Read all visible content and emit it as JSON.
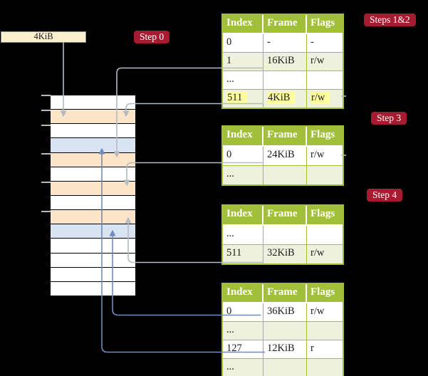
{
  "colors": {
    "background": "#000000",
    "table_header_green": "#a2bf3a",
    "row_alt_green": "#eef1dc",
    "highlight_yellow": "#feff9c",
    "frame_peach": "#fce4c8",
    "frame_blue": "#d9e4f2",
    "box_cream": "#fbf0ce",
    "label_crimson": "#a51c30",
    "arrow_gray": "#b4bbc3",
    "arrow_blue": "#6e8cbf"
  },
  "frame_box": {
    "label": "4KiB"
  },
  "labels": {
    "step0": "Step 0",
    "steps12": "Steps 1&2",
    "step3": "Step 3",
    "step4": "Step 4"
  },
  "table_headers": [
    "Index",
    "Frame",
    "Flags"
  ],
  "page_tables": [
    {
      "name": "page-table-steps-1-2",
      "rows": [
        {
          "cells": [
            "0",
            "-",
            "-"
          ],
          "shaded": false,
          "highlighted": false
        },
        {
          "cells": [
            "1",
            "16KiB",
            "r/w"
          ],
          "shaded": true,
          "highlighted": false
        },
        {
          "cells": [
            "...",
            "",
            ""
          ],
          "shaded": false,
          "highlighted": false
        },
        {
          "cells": [
            "511",
            "4KiB",
            "r/w"
          ],
          "shaded": true,
          "highlighted": true
        }
      ]
    },
    {
      "name": "page-table-step-3",
      "rows": [
        {
          "cells": [
            "0",
            "24KiB",
            "r/w"
          ],
          "shaded": false,
          "highlighted": false
        },
        {
          "cells": [
            "...",
            "",
            ""
          ],
          "shaded": true,
          "highlighted": false
        }
      ]
    },
    {
      "name": "page-table-step-4",
      "rows": [
        {
          "cells": [
            "...",
            "",
            ""
          ],
          "shaded": false,
          "highlighted": false
        },
        {
          "cells": [
            "511",
            "32KiB",
            "r/w"
          ],
          "shaded": true,
          "highlighted": false
        }
      ]
    },
    {
      "name": "page-table-leaf",
      "rows": [
        {
          "cells": [
            "0",
            "36KiB",
            "r/w"
          ],
          "shaded": false,
          "highlighted": false
        },
        {
          "cells": [
            "...",
            "",
            ""
          ],
          "shaded": true,
          "highlighted": false
        },
        {
          "cells": [
            "127",
            "12KiB",
            "r"
          ],
          "shaded": false,
          "highlighted": false
        },
        {
          "cells": [
            "...",
            "",
            ""
          ],
          "shaded": true,
          "highlighted": false
        }
      ]
    }
  ],
  "memory_stack": {
    "cells": [
      "white",
      "peach",
      "white",
      "blue",
      "peach",
      "white",
      "peach",
      "white",
      "peach",
      "blue",
      "white",
      "white",
      "white",
      "white"
    ]
  }
}
